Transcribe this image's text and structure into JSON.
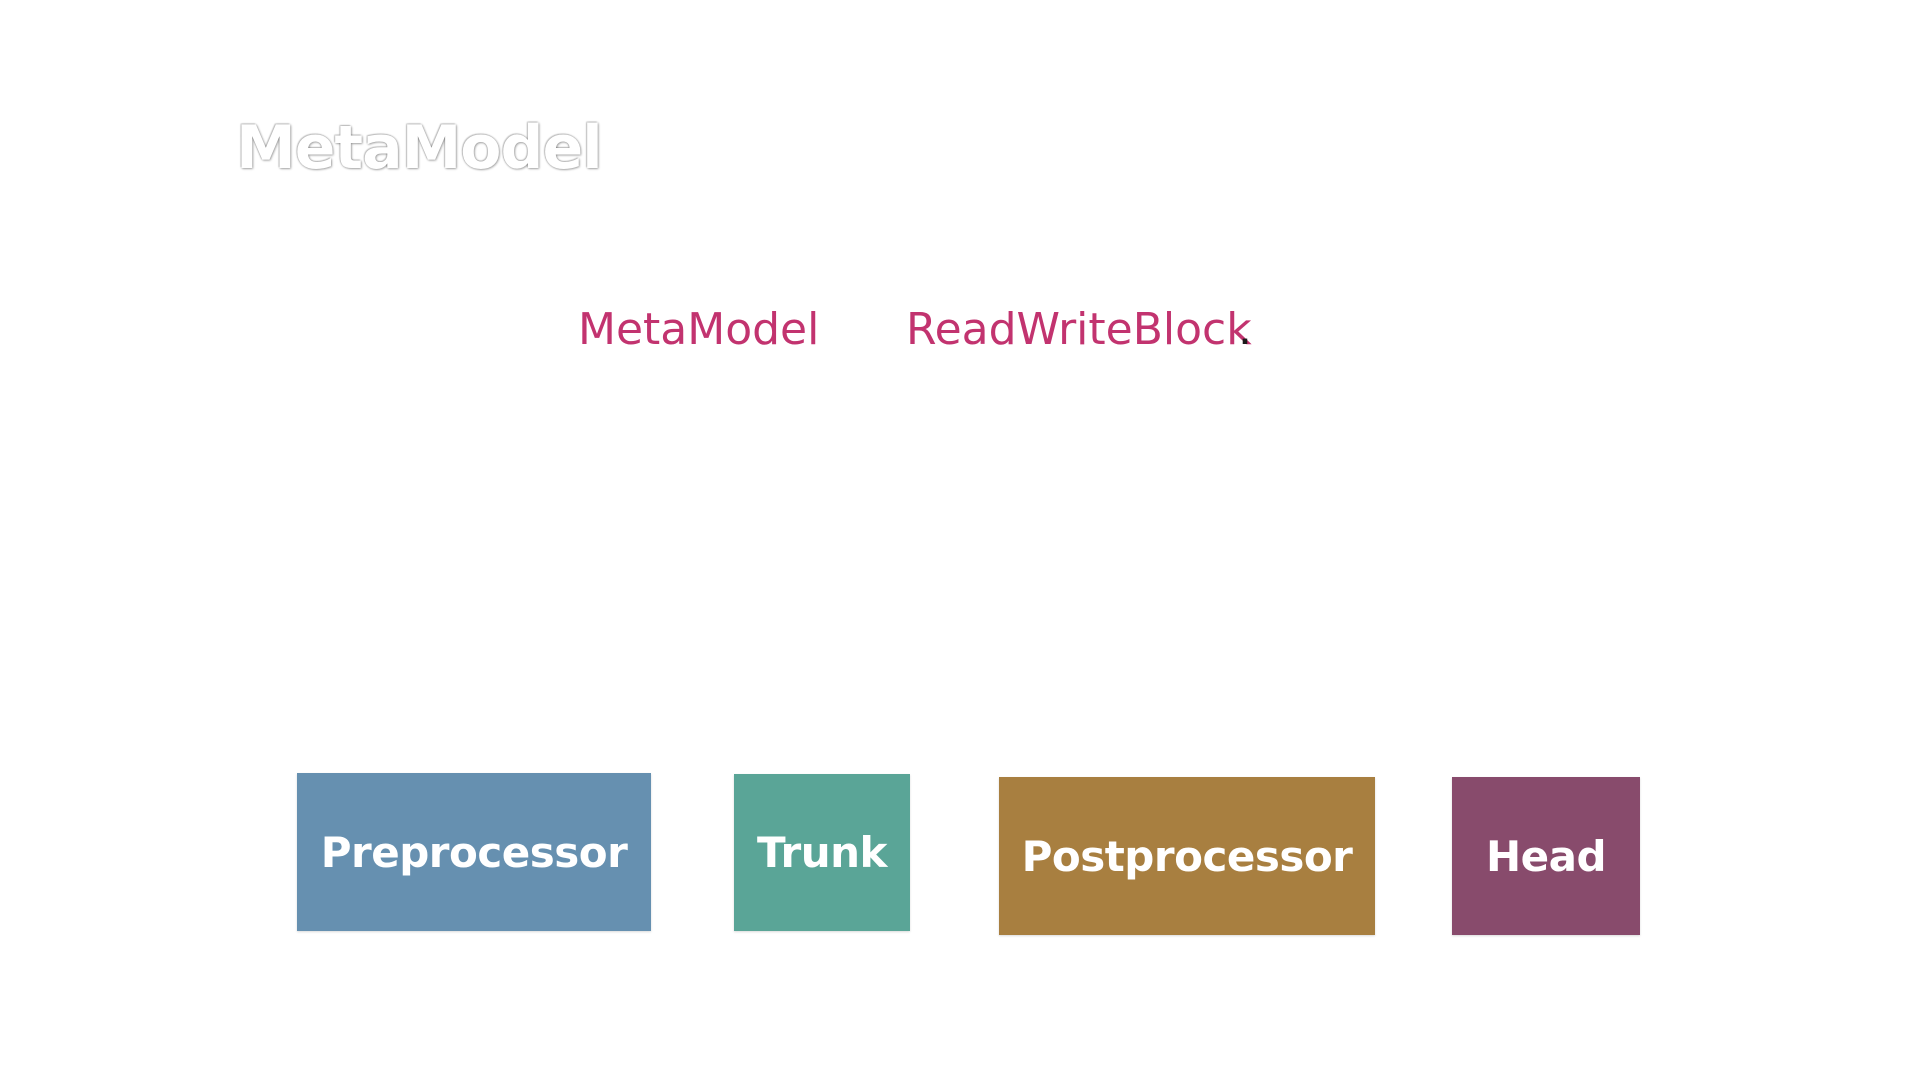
{
  "slide": {
    "title": "MetaModel",
    "subtitle": {
      "term_1": "MetaModel",
      "term_2": "ReadWriteBlock",
      "period": ".",
      "term_color": "#c2336f"
    }
  },
  "blocks": [
    {
      "label": "Preprocessor",
      "color": "#6690b0"
    },
    {
      "label": "Trunk",
      "color": "#5aa597"
    },
    {
      "label": "Postprocessor",
      "color": "#a87f40"
    },
    {
      "label": "Head",
      "color": "#884b6c"
    }
  ]
}
